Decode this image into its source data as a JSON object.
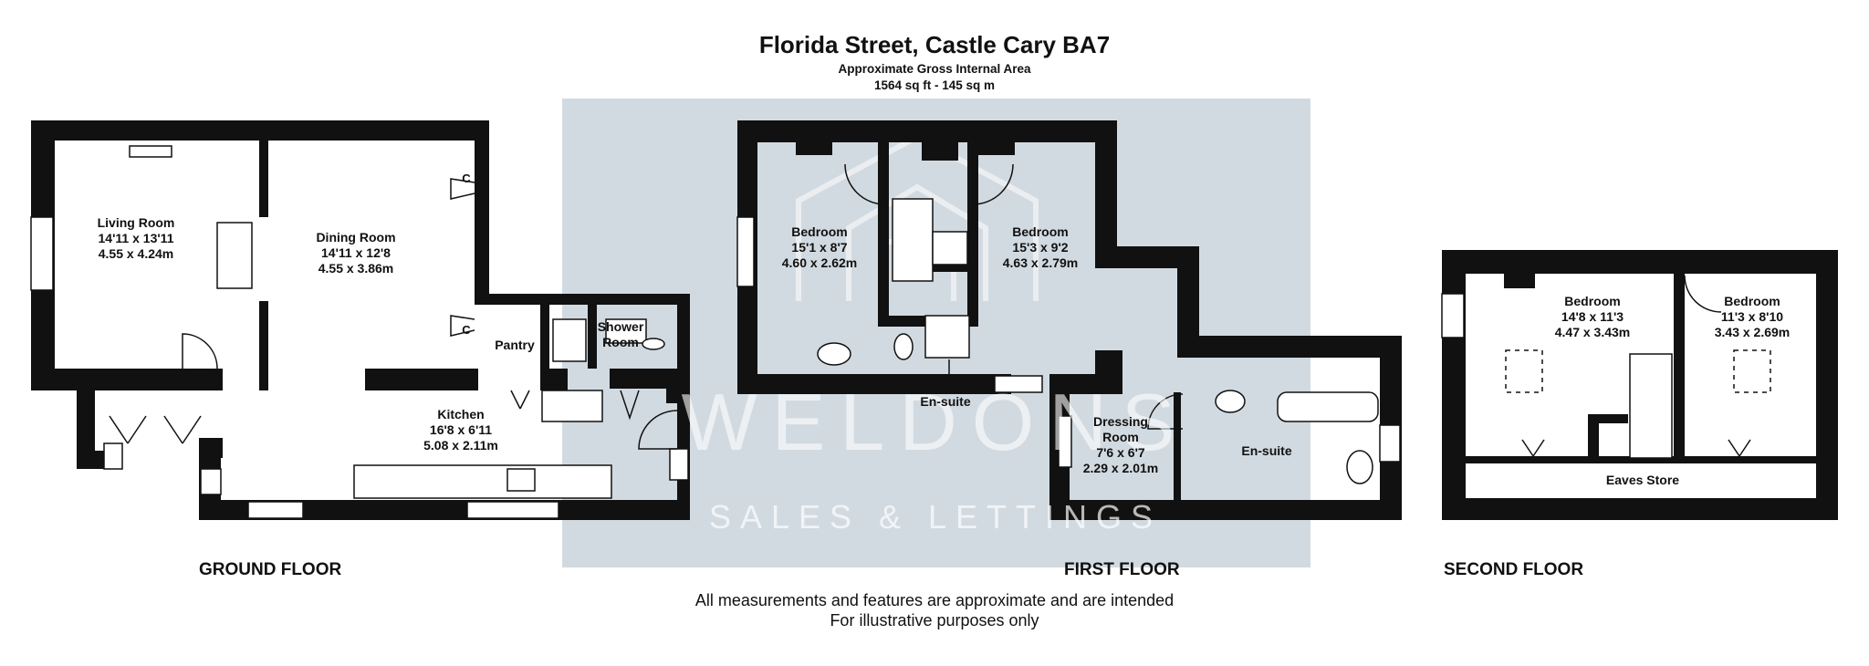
{
  "header": {
    "title": "Florida Street, Castle Cary BA7",
    "area_caption": "Approximate Gross Internal Area",
    "area_value": "1564 sq ft - 145 sq m"
  },
  "watermark": {
    "brand": "WELDONS",
    "tagline": "SALES & LETTINGS",
    "panel_color": "#d2dae1"
  },
  "floors": {
    "ground": {
      "label": "GROUND FLOOR",
      "rooms": {
        "living": {
          "name": "Living Room",
          "imperial": "14'11 x 13'11",
          "metric": "4.55 x 4.24m"
        },
        "dining": {
          "name": "Dining Room",
          "imperial": "14'11 x 12'8",
          "metric": "4.55 x 3.86m"
        },
        "kitchen": {
          "name": "Kitchen",
          "imperial": "16'8 x 6'11",
          "metric": "5.08 x 2.11m"
        },
        "pantry": {
          "name": "Pantry"
        },
        "shower": {
          "name_line1": "Shower",
          "name_line2": "Room"
        }
      },
      "cupboard_marker": "C"
    },
    "first": {
      "label": "FIRST FLOOR",
      "rooms": {
        "bedroom1": {
          "name": "Bedroom",
          "imperial": "15'1 x 8'7",
          "metric": "4.60 x 2.62m"
        },
        "bedroom2": {
          "name": "Bedroom",
          "imperial": "15'3 x 9'2",
          "metric": "4.63 x 2.79m"
        },
        "ensuite1": {
          "name": "En-suite"
        },
        "dressing": {
          "name_line1": "Dressing",
          "name_line2": "Room",
          "imperial": "7'6 x 6'7",
          "metric": "2.29 x 2.01m"
        },
        "ensuite2": {
          "name": "En-suite"
        }
      }
    },
    "second": {
      "label": "SECOND FLOOR",
      "rooms": {
        "bedroom3": {
          "name": "Bedroom",
          "imperial": "14'8 x 11'3",
          "metric": "4.47 x 3.43m"
        },
        "bedroom4": {
          "name": "Bedroom",
          "imperial": "11'3 x 8'10",
          "metric": "3.43 x 2.69m"
        },
        "eaves": {
          "name": "Eaves Store"
        }
      }
    }
  },
  "footer": {
    "line1": "All measurements and features are approximate and are intended",
    "line2": "For illustrative purposes only"
  }
}
